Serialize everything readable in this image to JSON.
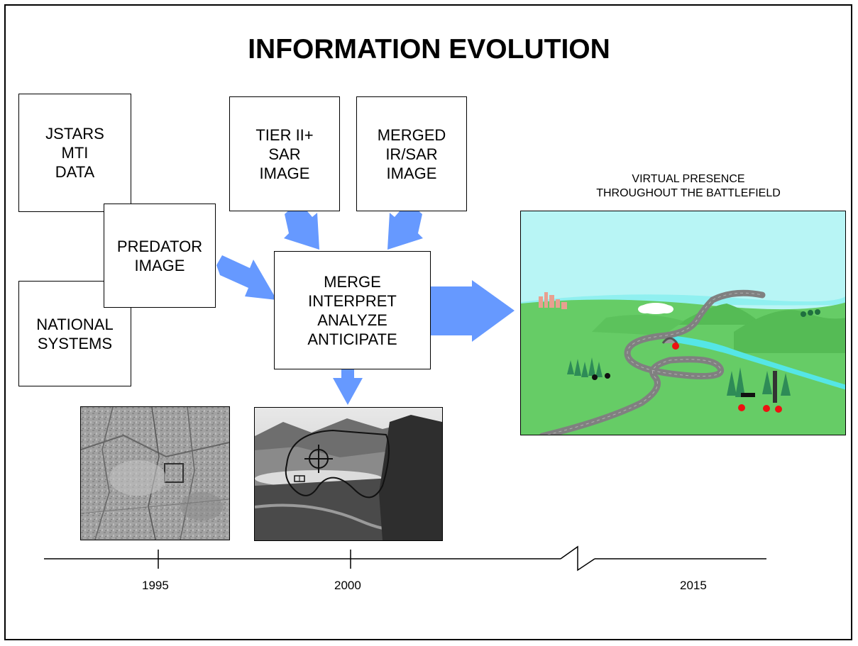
{
  "title": "INFORMATION EVOLUTION",
  "boxes": {
    "jstars": [
      "JSTARS",
      "MTI",
      "DATA"
    ],
    "national": [
      "NATIONAL",
      "SYSTEMS"
    ],
    "predator": [
      "PREDATOR",
      "IMAGE"
    ],
    "tier2": [
      "TIER II+",
      "SAR",
      "IMAGE"
    ],
    "merged": [
      "MERGED",
      "IR/SAR",
      "IMAGE"
    ],
    "merge": [
      "MERGE",
      "INTERPRET",
      "ANALYZE",
      "ANTICIPATE"
    ]
  },
  "virtual_presence": [
    "VIRTUAL PRESENCE",
    "THROUGHOUT THE BATTLEFIELD"
  ],
  "timeline": {
    "years": [
      "1995",
      "2000",
      "2015"
    ]
  },
  "colors": {
    "arrow": "#6699ff",
    "sky": "#b8f5f5",
    "grass": "#66cc66",
    "hills": "#55bb55",
    "river": "#55e6e6",
    "road": "#808080"
  }
}
